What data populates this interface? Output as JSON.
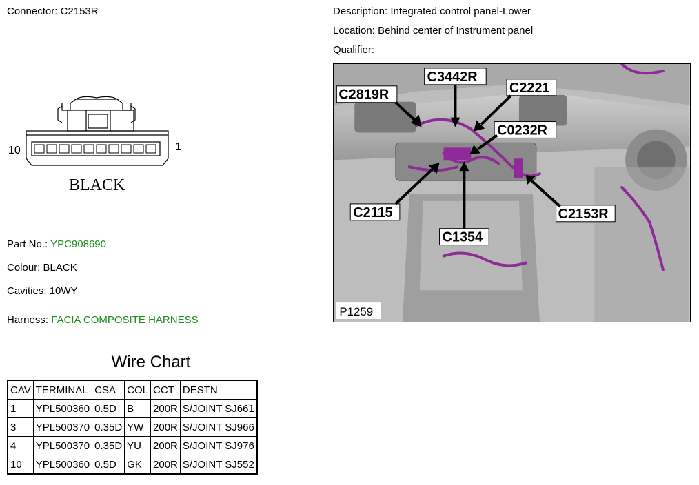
{
  "connector": {
    "label": "Connector:",
    "id": "C2153R",
    "pin_left": "10",
    "pin_right": "1",
    "color_name": "BLACK"
  },
  "description": {
    "label": "Description:",
    "value": "Integrated control panel-Lower"
  },
  "location": {
    "label": "Location:",
    "value": "Behind center of Instrument panel"
  },
  "qualifier": {
    "label": "Qualifier:",
    "value": ""
  },
  "part_no": {
    "label": "Part No.:",
    "value": "YPC908690"
  },
  "colour": {
    "label": "Colour:",
    "value": "BLACK"
  },
  "cavities": {
    "label": "Cavities:",
    "value": "10WY"
  },
  "harness": {
    "label": "Harness:",
    "value": "FACIA COMPOSITE HARNESS"
  },
  "photo": {
    "id": "P1259",
    "callouts": [
      "C3442R",
      "C2819R",
      "C2221",
      "C0232R",
      "C2115",
      "C2153R",
      "C1354"
    ]
  },
  "wire_chart": {
    "title": "Wire Chart",
    "headers": [
      "CAV",
      "TERMINAL",
      "CSA",
      "COL",
      "CCT",
      "DESTN"
    ],
    "rows": [
      [
        "1",
        "YPL500360",
        "0.5D",
        "B",
        "200R",
        "S/JOINT SJ661"
      ],
      [
        "3",
        "YPL500370",
        "0.35D",
        "YW",
        "200R",
        "S/JOINT SJ966"
      ],
      [
        "4",
        "YPL500370",
        "0.35D",
        "YU",
        "200R",
        "S/JOINT SJ976"
      ],
      [
        "10",
        "YPL500360",
        "0.5D",
        "GK",
        "200R",
        "S/JOINT SJ552"
      ]
    ]
  },
  "colors": {
    "link_green": "#1f8f1f",
    "harness_purple": "#8e2b98"
  }
}
